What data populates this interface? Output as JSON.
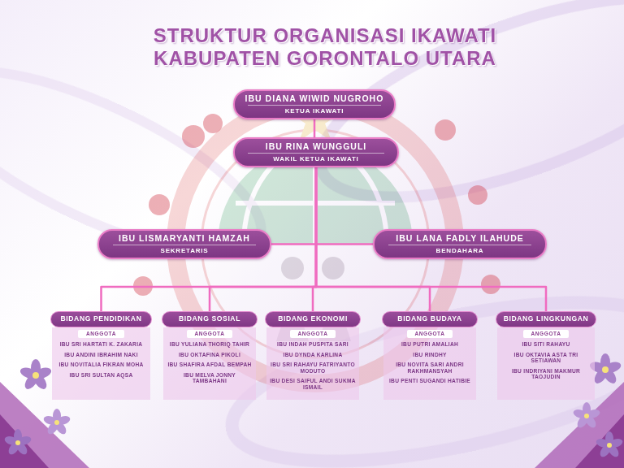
{
  "diagram": {
    "title": "STRUKTUR ORGANISASI IKAWATI KABUPATEN GORONTALO UTARA",
    "nodes": [
      {
        "text": [
          "IBU DIANA WIWID NUGROHO",
          "KETUA IKAWATI"
        ]
      },
      {
        "text": [
          "IBU RINA WUNGGULI",
          "WAKIL KETUA IKAWATI"
        ]
      },
      {
        "text": [
          "IBU LISMARYANTI HAMZAH",
          "SEKRETARIS"
        ]
      },
      {
        "text": [
          "IBU LANA FADLY ILAHUDE",
          "BENDAHARA"
        ]
      },
      {
        "text": [
          "BIDANG PENDIDIKAN",
          "ANGGOTA",
          "IBU SRI HARTATI K. ZAKARIA",
          "IBU ANDINI IBRAHIM NAKI",
          "IBU NOVITALIA FIKRAN MOHA",
          "IBU SRI SULTAN AQSA"
        ]
      },
      {
        "text": [
          "BIDANG SOSIAL",
          "ANGGOTA",
          "IBU YULIANA THORIQ TAHIR",
          "IBU OKTAFINA PIKOLI",
          "IBU SHAFIRA AFDAL BEMPAH",
          "IBU MELVA JONNY TAMBAHANI"
        ]
      },
      {
        "text": [
          "BIDANG EKONOMI",
          "ANGGOTA",
          "IBU INDAH PUSPITA SARI",
          "IBU DYNDA KARLINA",
          "IBU SRI RAHAYU FATRIYANTO MODUTO",
          "IBU DESI SAIFUL ANDI SUKMA ISMAIL"
        ]
      },
      {
        "text": [
          "BIDANG BUDAYA",
          "ANGGOTA",
          "IBU PUTRI AMALIAH",
          "IBU RINDHY",
          "IBU NOVITA SARI ANDRI RAKHMANSYAH",
          "IBU PENTI SUGANDI HATIBIE"
        ]
      },
      {
        "text": [
          "BIDANG LINGKUNGAN",
          "ANGGOTA",
          "IBU SITI RAHAYU",
          "IBU OKTAVIA ASTA TRI SETIAWAN",
          "IBU INDRIYANI MAKMUR TAOJUDIN"
        ]
      }
    ],
    "edges": [
      {
        "from": 0,
        "to": 1,
        "arrow": "none"
      },
      {
        "from": 1,
        "to": 2,
        "arrow": "none"
      },
      {
        "from": 1,
        "to": 3,
        "arrow": "none"
      },
      {
        "from": 1,
        "to": 4,
        "arrow": "none"
      },
      {
        "from": 1,
        "to": 5,
        "arrow": "none"
      },
      {
        "from": 1,
        "to": 6,
        "arrow": "none"
      },
      {
        "from": 1,
        "to": 7,
        "arrow": "none"
      },
      {
        "from": 1,
        "to": 8,
        "arrow": "none"
      }
    ]
  }
}
